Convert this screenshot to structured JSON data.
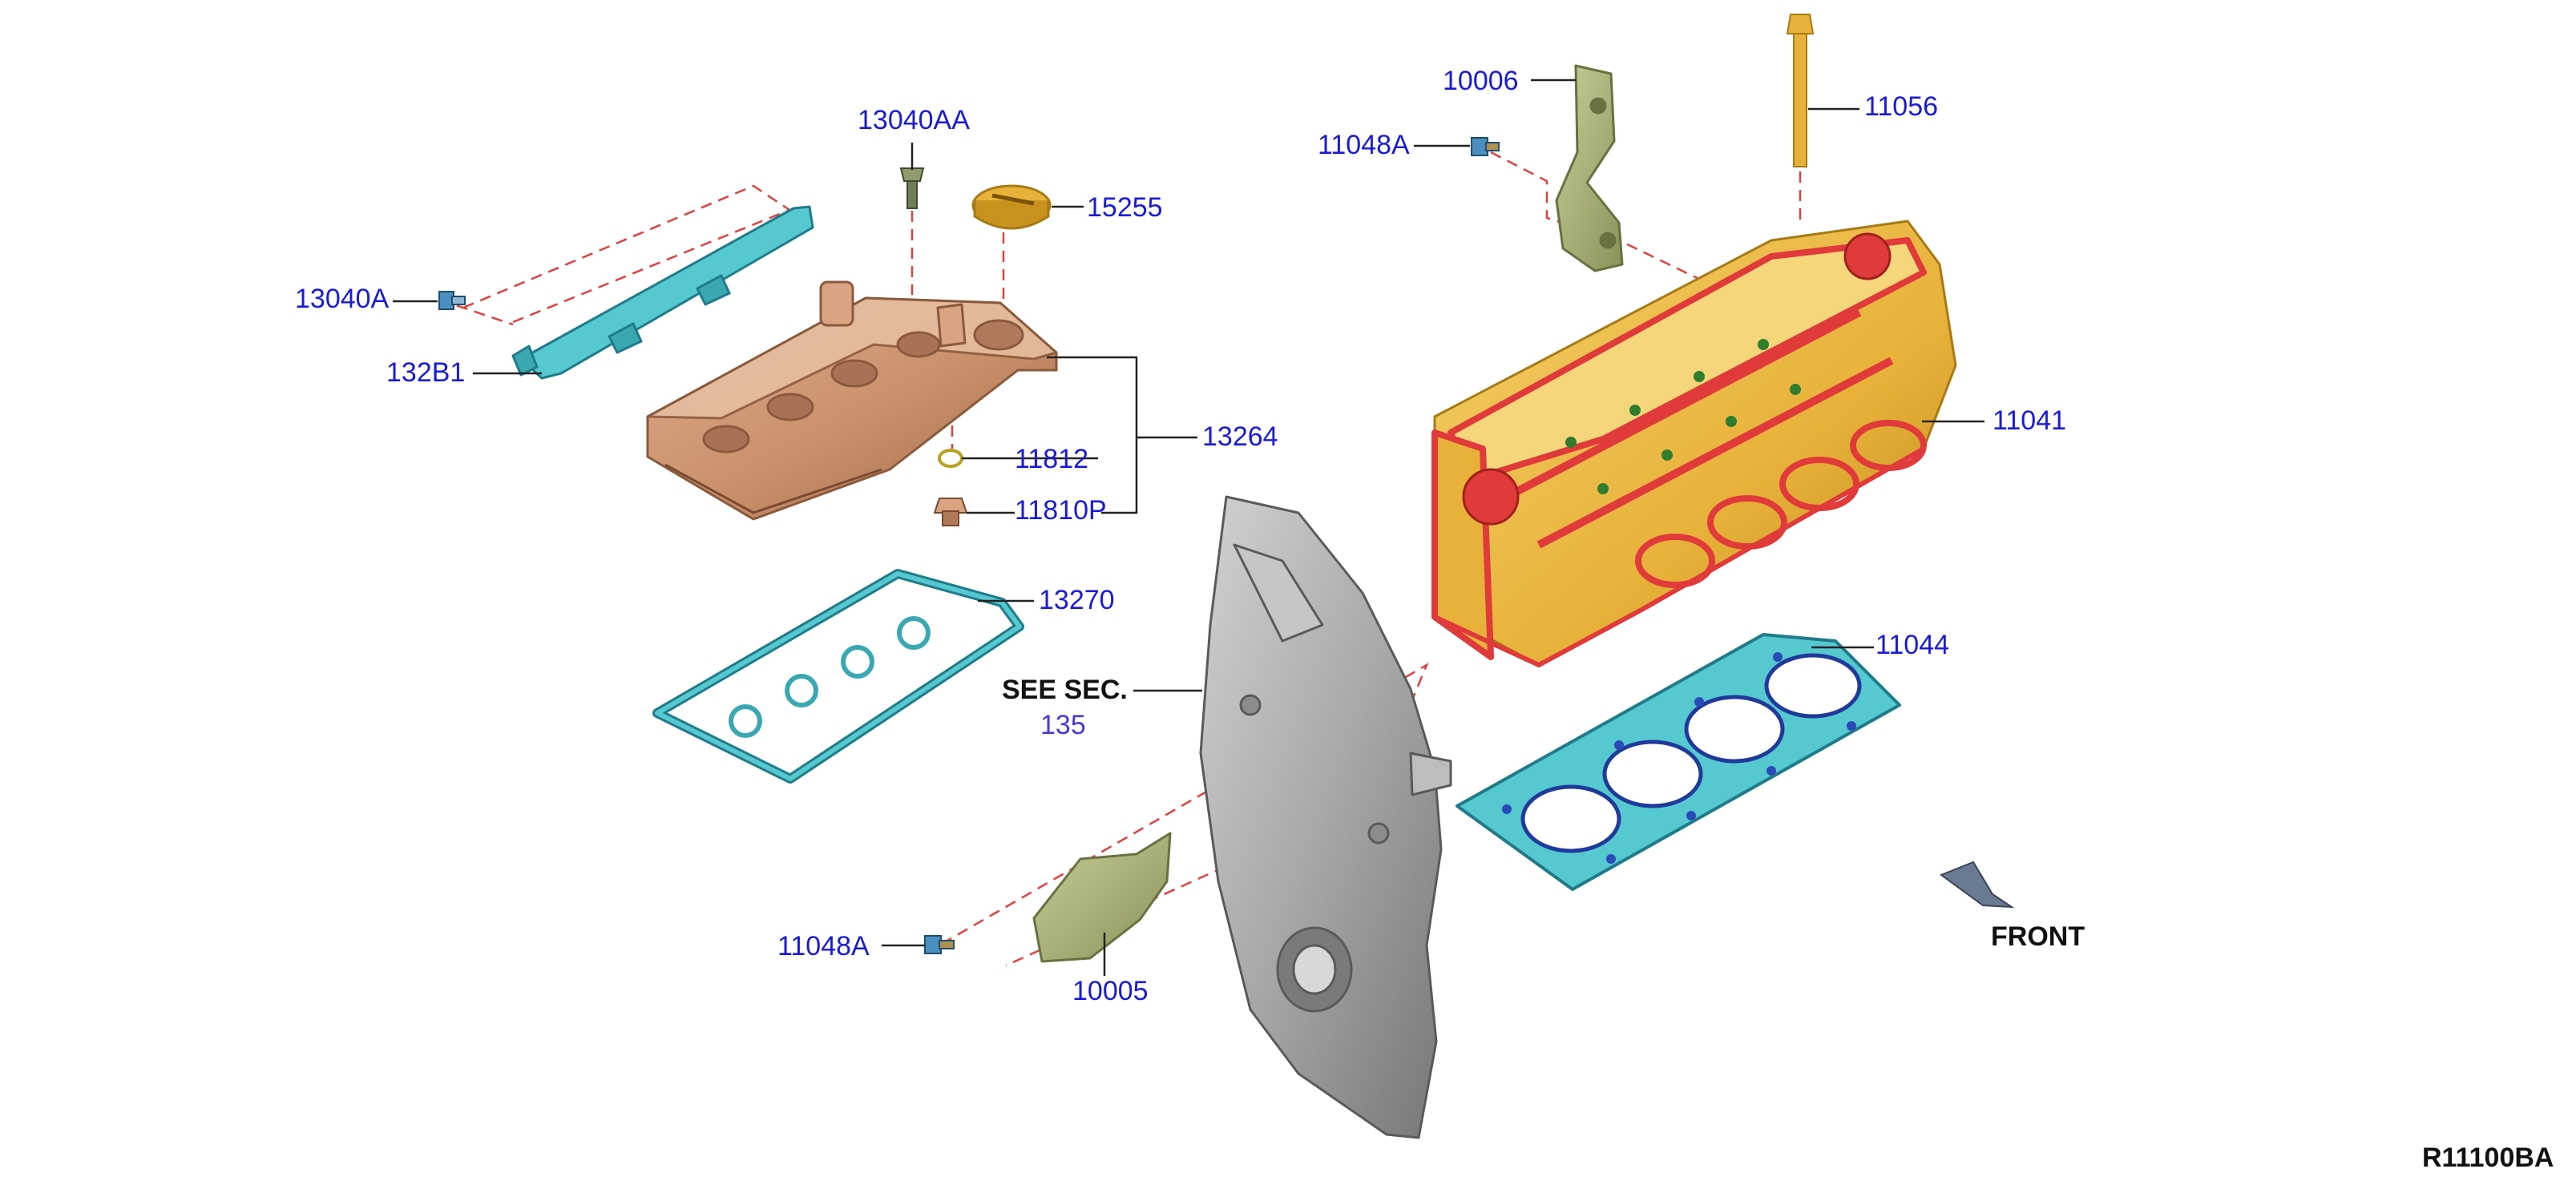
{
  "colors": {
    "callout": "#1a1ad8",
    "leader": "#222222",
    "dash": "#e04040",
    "copper": "#c98f6a",
    "copper_dark": "#8a5a3c",
    "gold": "#e8b23a",
    "gold_dark": "#a77a14",
    "red": "#e03a3a",
    "cyan": "#55c8d0",
    "cyan_dark": "#1f7b8a",
    "olive": "#a8b074",
    "olive_dark": "#6a7040",
    "grey": "#a8a8a8",
    "grey_dark": "#5a5a5a"
  },
  "callouts": {
    "p13040AA": "13040AA",
    "p15255": "15255",
    "p13040A": "13040A",
    "p132B1": "132B1",
    "p13264": "13264",
    "p11812": "11812",
    "p11810P": "11810P",
    "p13270": "13270",
    "p10006": "10006",
    "p11048A_top": "11048A",
    "p11056": "11056",
    "p11041": "11041",
    "p11044": "11044",
    "p11048A_bottom": "11048A",
    "p10005": "10005"
  },
  "see_section": {
    "label": "SEE SEC.",
    "number": "135"
  },
  "front_label": "FRONT",
  "figure_code": "R11100BA",
  "icons": [
    "front-arrow-icon"
  ]
}
